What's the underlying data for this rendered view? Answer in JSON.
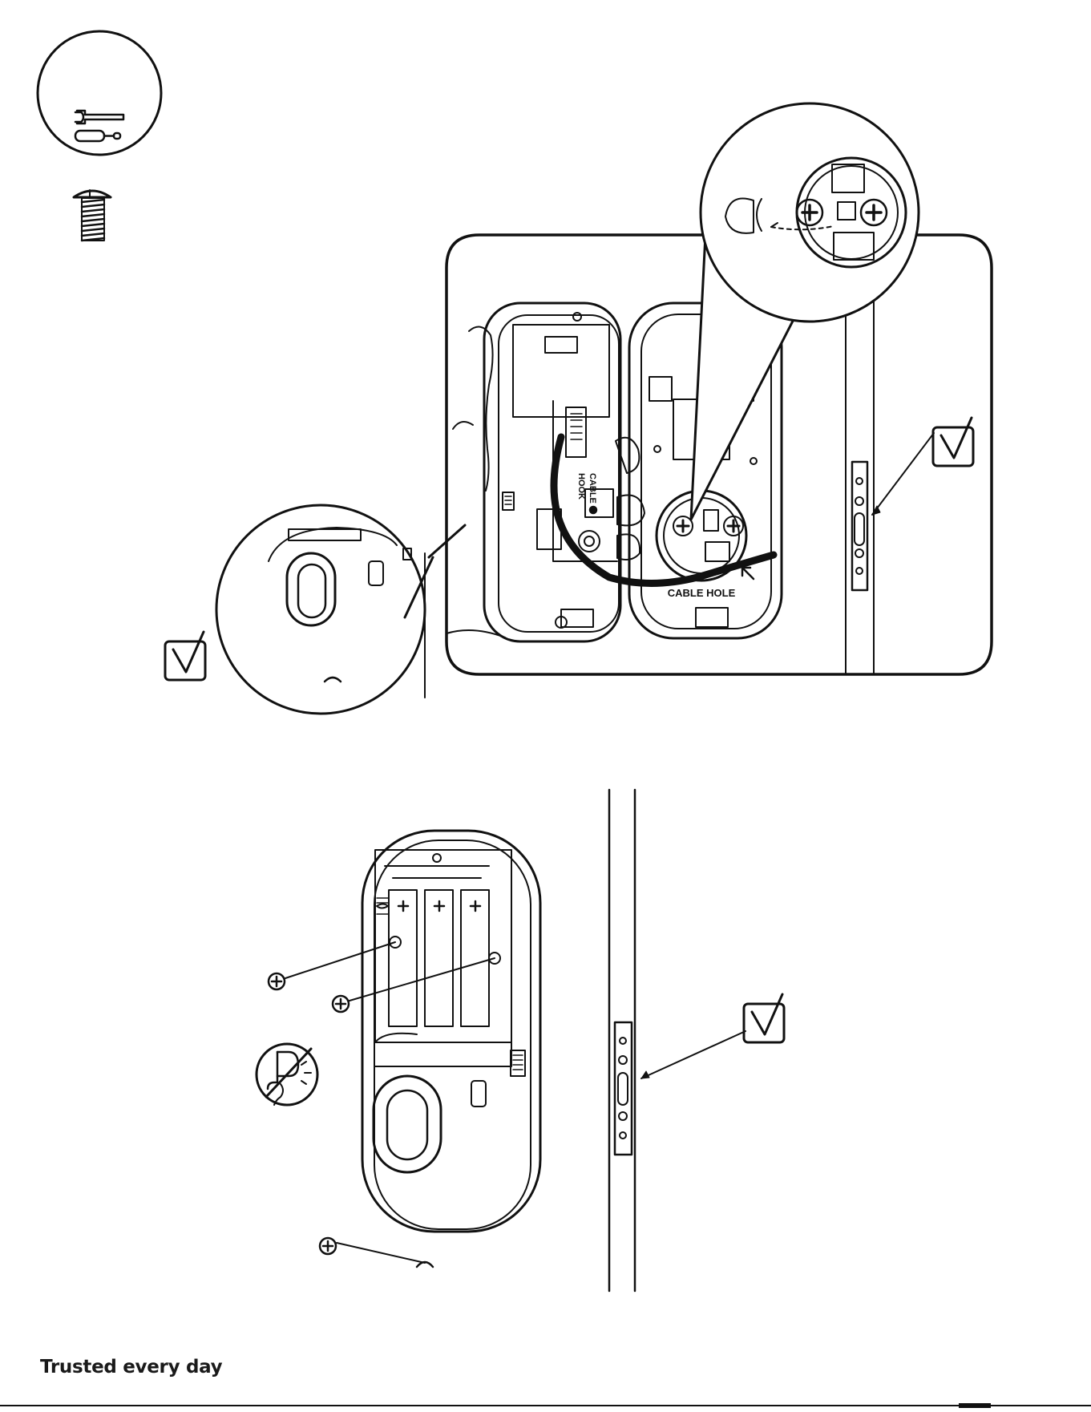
{
  "footer": {
    "brand_tagline": "Trusted every day"
  },
  "labels": {
    "cable_hook": [
      "CABLE",
      "HOOK"
    ],
    "cable_hole": "CABLE HOLE"
  },
  "icons": {
    "tools": "wrench-and-screwdriver-icon",
    "screw": "screw-icon",
    "check": "checkbox-check-icon",
    "no_power_drill": "no-power-drill-icon"
  },
  "colors": {
    "ink": "#111111",
    "background": "#ffffff"
  }
}
